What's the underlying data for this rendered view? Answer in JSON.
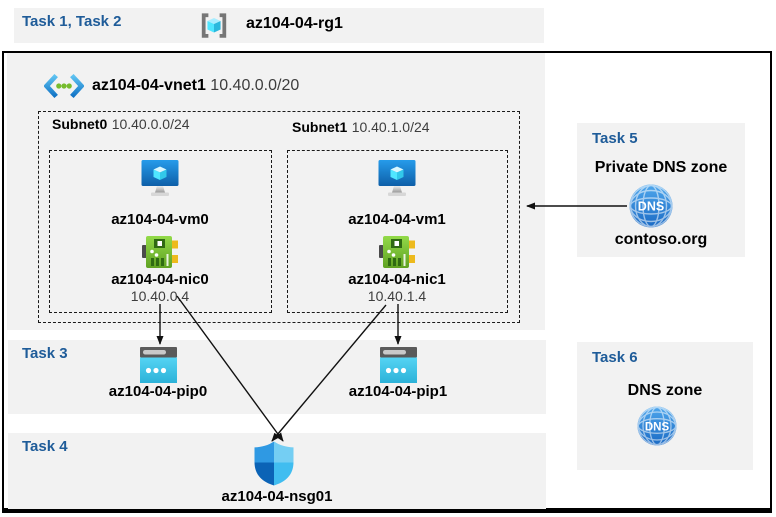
{
  "header": {
    "tasks_label": "Task 1, Task 2",
    "resource_group": "az104-04-rg1"
  },
  "vnet": {
    "name": "az104-04-vnet1",
    "cidr": "10.40.0.0/20",
    "subnets": [
      {
        "name": "Subnet0",
        "cidr": "10.40.0.0/24",
        "vm": "az104-04-vm0",
        "nic": "az104-04-nic0",
        "ip": "10.40.0.4"
      },
      {
        "name": "Subnet1",
        "cidr": "10.40.1.0/24",
        "vm": "az104-04-vm1",
        "nic": "az104-04-nic1",
        "ip": "10.40.1.4"
      }
    ]
  },
  "task3": {
    "label": "Task 3",
    "pip0": "az104-04-pip0",
    "pip1": "az104-04-pip1"
  },
  "task4": {
    "label": "Task 4",
    "nsg": "az104-04-nsg01"
  },
  "task5": {
    "label": "Task 5",
    "title": "Private DNS zone",
    "zone_name": "contoso.org"
  },
  "task6": {
    "label": "Task 6",
    "title": "DNS zone"
  },
  "icons": {
    "dns_icon_label": "DNS",
    "names": [
      "resource-group-icon",
      "virtual-network-icon",
      "virtual-machine-icon",
      "network-interface-icon",
      "public-ip-icon",
      "dns-zone-icon",
      "nsg-shield-icon"
    ]
  },
  "colors": {
    "task_label_blue": "#1f5c99",
    "panel_gray": "#f2f2f2",
    "border_black": "#000000",
    "vm_screen_blue": "#1b8ce3",
    "cube_cyan": "#50e6ff",
    "nic_green": "#76bc2d",
    "nic_yellow": "#edba1d",
    "pip_cyan": "#3fc6e8",
    "dns_blue": "#2e8be0",
    "shield_dark_blue": "#0b63b6"
  }
}
